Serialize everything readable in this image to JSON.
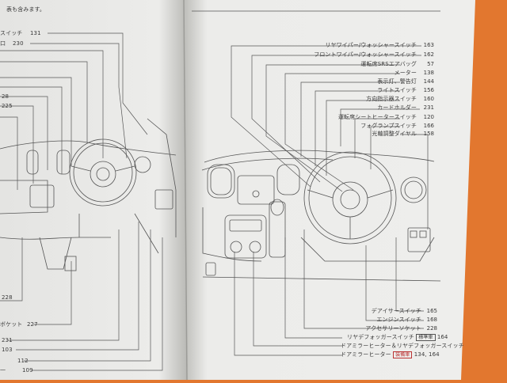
{
  "image": {
    "subject": "open car owner's manual showing dashboard line diagrams with labeled switches",
    "colors": {
      "background": "#e2772f",
      "paper": "#efefed",
      "paper_shadow": "#c9c9c5",
      "ink": "#3a3a3a",
      "red_tag": "#b33333"
    }
  },
  "left_page": {
    "header_text": "表も含みます。",
    "labels": [
      {
        "text": "スイッチ",
        "num": "131"
      },
      {
        "text": "口",
        "num": "230"
      },
      {
        "text": "28",
        "num": ""
      },
      {
        "text": "225",
        "num": ""
      },
      {
        "text": "228",
        "num": ""
      },
      {
        "text": "ボケット",
        "num": "227"
      },
      {
        "text": "",
        "num": "231"
      },
      {
        "text": "",
        "num": "103"
      },
      {
        "text": "",
        "num": "112"
      },
      {
        "text": "一",
        "num": "109"
      }
    ]
  },
  "right_page": {
    "top_labels": [
      {
        "text": "リヤワイパー/ウォッシャースイッチ",
        "num": "163"
      },
      {
        "text": "フロントワイパー/ウォッシャースイッチ",
        "num": "162"
      },
      {
        "text": "運転席SRSエアバッグ",
        "num": "57"
      },
      {
        "text": "メーター",
        "num": "138"
      },
      {
        "text": "表示灯、警告灯",
        "num": "144"
      },
      {
        "text": "ライトスイッチ",
        "num": "156"
      },
      {
        "text": "方向指示器スイッチ",
        "num": "160"
      },
      {
        "text": "カードホルダー",
        "num": "231"
      },
      {
        "text": "運転席シートヒータースイッチ",
        "num": "120"
      },
      {
        "text": "フォグランプスイッチ",
        "num": "166"
      },
      {
        "text": "光軸調整ダイヤル",
        "num": "158"
      }
    ],
    "bottom_labels": [
      {
        "text": "デアイサースイッチ",
        "num": "165"
      },
      {
        "text": "エンジンスイッチ",
        "num": "168"
      },
      {
        "text": "アクセサリーソケット",
        "num": "228"
      },
      {
        "text": "リヤデフォッガースイッチ",
        "tag": "標準車",
        "num": "164"
      },
      {
        "text": "ドアミラーヒーター＆リヤデフォッガースイッチ",
        "num": ""
      },
      {
        "text": "ドアミラーヒーター",
        "tag": "装備車",
        "num": "134, 164"
      }
    ]
  }
}
